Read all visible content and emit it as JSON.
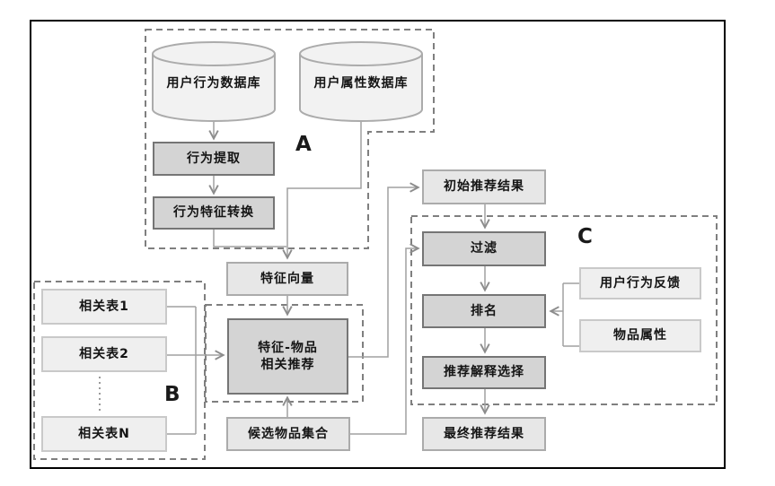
{
  "diagram": {
    "groups": {
      "a": "A",
      "b": "B",
      "c": "C"
    },
    "databases": {
      "behavior_db": "用户行为数据库",
      "attribute_db": "用户属性数据库"
    },
    "nodes": {
      "behavior_extract": "行为提取",
      "behavior_transform": "行为特征转换",
      "feature_vector": "特征向量",
      "feature_item_line1": "特征-物品",
      "feature_item_line2": "相关推荐",
      "rel_table_1": "相关表1",
      "rel_table_2": "相关表2",
      "rel_table_n": "相关表N",
      "candidate_set": "候选物品集合",
      "initial_result": "初始推荐结果",
      "filter": "过滤",
      "rank": "排名",
      "explain_select": "推荐解释选择",
      "final_result": "最终推荐结果",
      "user_feedback": "用户行为反馈",
      "item_attribute": "物品属性"
    },
    "colors": {
      "shaded_fill": "#d4d4d4",
      "shaded_border": "#757575",
      "medium_fill": "#e7e7e7",
      "medium_border": "#ababab",
      "light_fill": "#efefef",
      "light_border": "#c9c9c9",
      "cylinder_fill": "#f2f2f2",
      "cylinder_border": "#ababab",
      "connector": "#a0a0a0",
      "arrowhead": "#8c8c8c",
      "dashed_outline": "#7f7f7f",
      "outer_border": "#000000"
    }
  }
}
